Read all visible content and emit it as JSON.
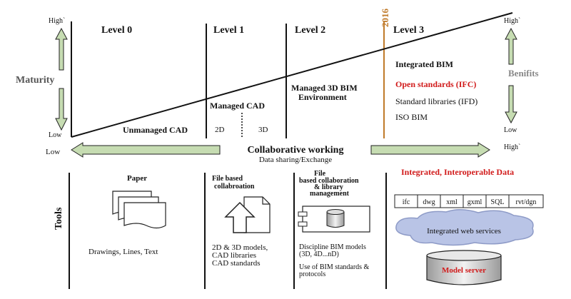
{
  "levels": {
    "level0": "Level 0",
    "level1": "Level 1",
    "level2": "Level 2",
    "level3": "Level 3",
    "year_marker": "2016"
  },
  "maturity": {
    "label": "Maturity",
    "high": "High`",
    "low": "Low"
  },
  "benefits": {
    "label": "Benifits",
    "high": "High`",
    "low": "Low"
  },
  "stages": {
    "unmanaged_cad": "Unmanaged CAD",
    "managed_cad": "Managed CAD",
    "cad_2d": "2D",
    "cad_3d": "3D",
    "managed_bim_line1": "Managed 3D BIM",
    "managed_bim_line2": "Environment",
    "integrated_bim": "Integrated BIM",
    "open_standards": "Open standards (IFC)",
    "standard_libraries": "Standard libraries (IFD)",
    "iso_bim": "ISO BIM"
  },
  "collab": {
    "low": "Low",
    "high": "High`",
    "title": "Collaborative working",
    "subtitle": "Data sharing/Exchange"
  },
  "tools": {
    "label": "Tools",
    "paper_title": "Paper",
    "paper_desc": "Drawings, Lines, Text",
    "file_title_1": "File based",
    "file_title_2": "collabroation",
    "file_desc_1": "2D & 3D models,",
    "file_desc_2": "CAD libraries",
    "file_desc_3": "CAD standards",
    "lib_title_1": "File",
    "lib_title_2": "based collaboration",
    "lib_title_3": "& library",
    "lib_title_4": "management",
    "lib_desc_1": "Discipline BIM models",
    "lib_desc_2": "(3D, 4D...nD)",
    "lib_desc_3": "Use of BIM standards &",
    "lib_desc_4": "protocols",
    "integrated_title": "Integrated,  Interoperable Data",
    "formats": [
      "ifc",
      "dwg",
      "xml",
      "gxml",
      "SQL",
      "rvt/dgn"
    ],
    "web_services": "Integrated web services",
    "model_server": "Model server"
  },
  "colors": {
    "arrow_fill": "#c6dcb2",
    "arrow_stroke": "#222222",
    "year_line": "#c07a2a",
    "accent_red": "#d11a1a",
    "benefit_gray": "#888888",
    "cloud_fill": "#b9c4e6"
  }
}
